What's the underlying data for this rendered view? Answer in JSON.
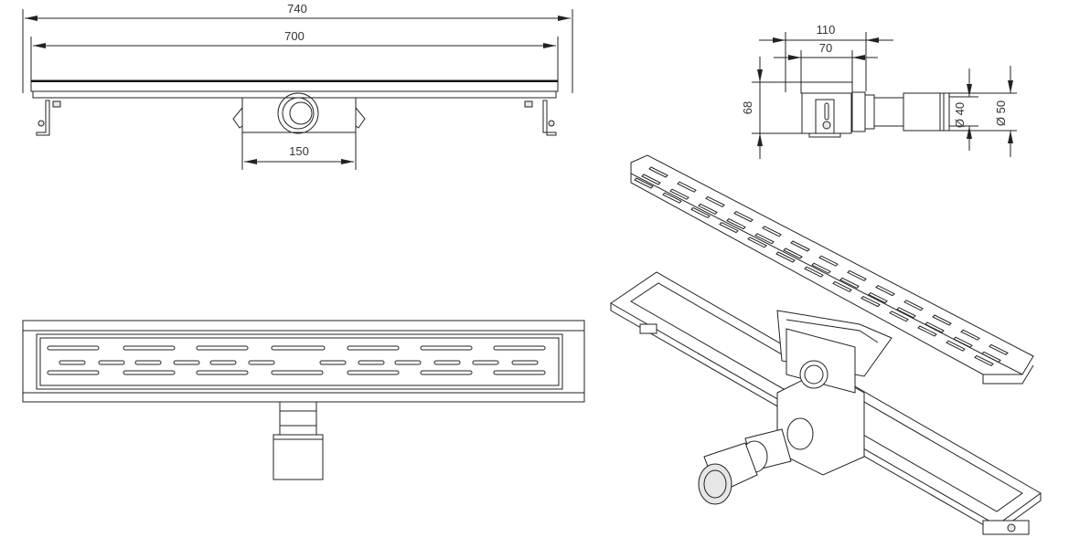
{
  "drawing": {
    "views": {
      "side_view": {
        "dim_overall_length": "740",
        "dim_grate_length": "700",
        "dim_outlet_box_width": "150"
      },
      "end_view": {
        "dim_outer_width": "110",
        "dim_inner_width": "70",
        "dim_height": "68",
        "dim_pipe_inner_diameter": "Ø 40",
        "dim_pipe_outer_diameter": "Ø 50"
      }
    },
    "colors": {
      "line": "#222222",
      "background": "#ffffff"
    }
  }
}
